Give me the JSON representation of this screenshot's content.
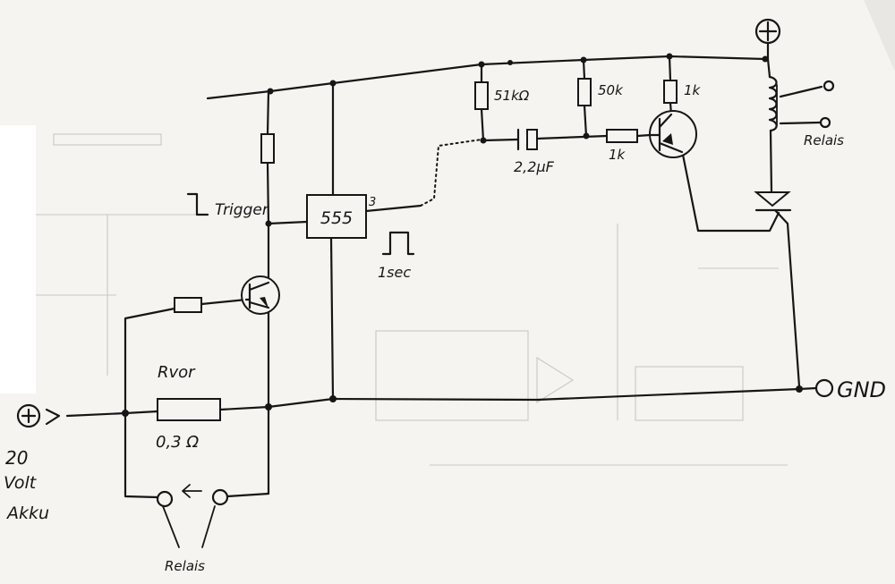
{
  "diagram": {
    "ic_label": "555",
    "pin_label": "3",
    "trigger_label": "Trigger",
    "pulse_label": "1sec",
    "r_51k_label": "51kΩ",
    "r_50k_label": "50k",
    "r_1k_top_label": "1k",
    "cap_label": "2,2µF",
    "r_1k_base_label": "1k",
    "relay_right_label": "Relais",
    "relay_bottom_label": "Relais",
    "gnd_label": "GND",
    "rvor_label": "Rvor",
    "rvor_value_label": "0,3 Ω",
    "battery_voltage_label": "20",
    "battery_volt_label": "Volt",
    "battery_akku_label": "Akku"
  }
}
